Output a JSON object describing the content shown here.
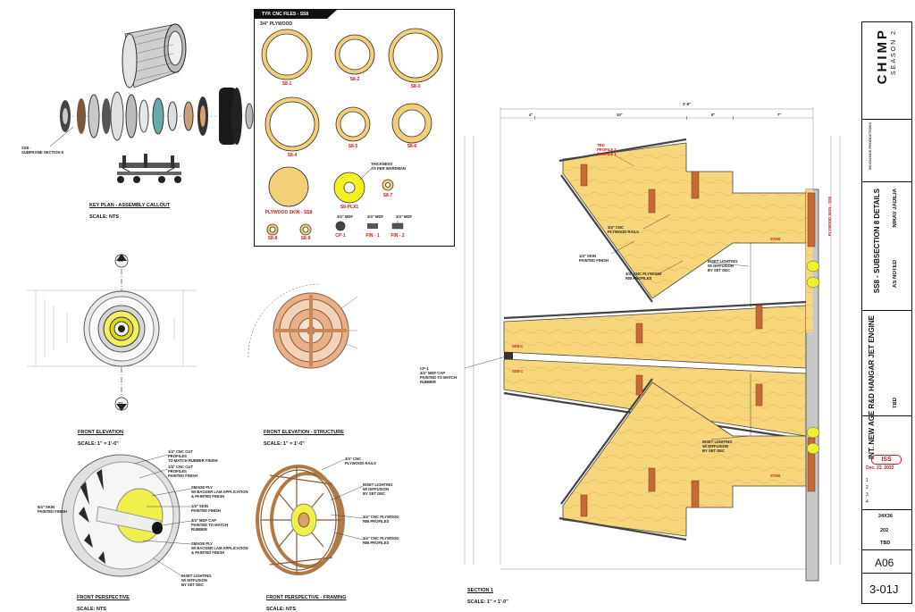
{
  "key_plan": {
    "title": "KEY PLAN - ASSEMBLY CALLOUT",
    "scale": "SCALE: NTS",
    "callout": "SS8 -\nSUBFRAME SECTION 8"
  },
  "cnc_panel": {
    "header": "TYP. CNC FILES - SS8",
    "material": "3/4\" PLYWOOD",
    "parts": [
      "S8-1",
      "S8-2",
      "S8-3",
      "S8-4",
      "S8-5",
      "S8-6",
      "PLYWOOD SKIN - SS8",
      "S8-PLX1",
      "S8-7",
      "S8-8",
      "S8-9",
      "CP-1",
      "FIN - 1",
      "FIN - 2"
    ],
    "fin_note_1": "3/4\" MDF",
    "fin_note_2": "3/4\" MDF",
    "fin_note_3": "3/4\" MDF",
    "plx_note": "THICKNESS\nAS PER WARDMAN"
  },
  "front_elevation": {
    "title": "FRONT ELEVATION",
    "scale": "SCALE: 1\" = 1'-0\"",
    "section_tag": "S1"
  },
  "front_elevation_structure": {
    "title": "FRONT ELEVATION - STRUCTURE",
    "scale": "SCALE: 1\" = 1'-0\""
  },
  "front_perspective": {
    "title": "FRONT PERSPECTIVE",
    "scale": "SCALE: NTS",
    "notes": [
      "1/4\" CNC CUT\nPROFILES\nTO MATCH RUBBER FINISH",
      "1/4\" CNC CUT\nPROFILES\nPAINTED FINISH",
      "SMADE PLY\nW/ BACKER LAM APPLICATION\n& PAINTED FINISH",
      "1/4\" SKIN\nPAINTED FINISH",
      "3/4\" MDF CAP\nPAINTED TO MATCH\nRUBBER",
      "SMADE PLY\nW/ BACKER LAM APPLICATION\n& PAINTED FINISH",
      "INSET LIGHTING\nW/ DIFFUSION\nBY SET DEC"
    ],
    "left_note": "5/4\" SKIN\nPAINTED FINISH"
  },
  "front_perspective_framing": {
    "title": "FRONT PERSPECTIVE - FRAMING",
    "scale": "SCALE: NTS",
    "notes": [
      "3/4\" CNC\nPLYWOOD RAILS",
      "INSET LIGHTING\nW/ DIFFUSION\nBY SET DEC",
      "3/4\" CNC PLYWOOD\nRIB PROFILES",
      "3/4\" CNC PLYWOOD\nRIB PROFILES"
    ]
  },
  "section": {
    "title": "SECTION 1",
    "scale": "SCALE: 1\" = 1'-0\"",
    "notes": [
      "3/4\" CNC\nPLYWOOD RAILS",
      "1/4\" SKIN\nPAINTED FINISH",
      "3/4\" CNC PLYWOOD\nRIB PROFILES",
      "INSET LIGHTING\nW/ DIFFUSION\nBY SET DEC",
      "INSET LIGHTING\nW/ DIFFUSION\nBY SET DEC",
      "CP-1\n3/4\" MDF CAP\nPAINTED TO MATCH\nRUBBER"
    ],
    "red_labels": [
      "TBD\nPROFILE 2\nPROFILE 1",
      "STAB",
      "STAB",
      "PLYWOOD SKIN - SS8",
      "SS8-C",
      "SS8-C"
    ],
    "dims_top": [
      "2'-9\"",
      "4\"",
      "10\"",
      "8\"",
      "7\""
    ]
  },
  "title_block": {
    "logo": "CHIMP",
    "season": "SEASON 2",
    "company": "SKYDANCE PRODUCTIONS",
    "sheet_title": "SS8 - SUBSECTION 8 DETAILS",
    "scale": "AS NOTED",
    "drawn_by": "NIRAV JADEJA",
    "set_name": "INT. NEW AGE R&D HANGAR\nJET ENGINE",
    "location": "TBD",
    "iss": "ISS",
    "date": "Dec. 23, 2022",
    "revisions": [
      "1",
      "2",
      "3",
      "4"
    ],
    "sheet_size": "24X36",
    "set_no": "202",
    "episode": "TBD",
    "sheet_no": "A06",
    "page": "3-01J"
  }
}
